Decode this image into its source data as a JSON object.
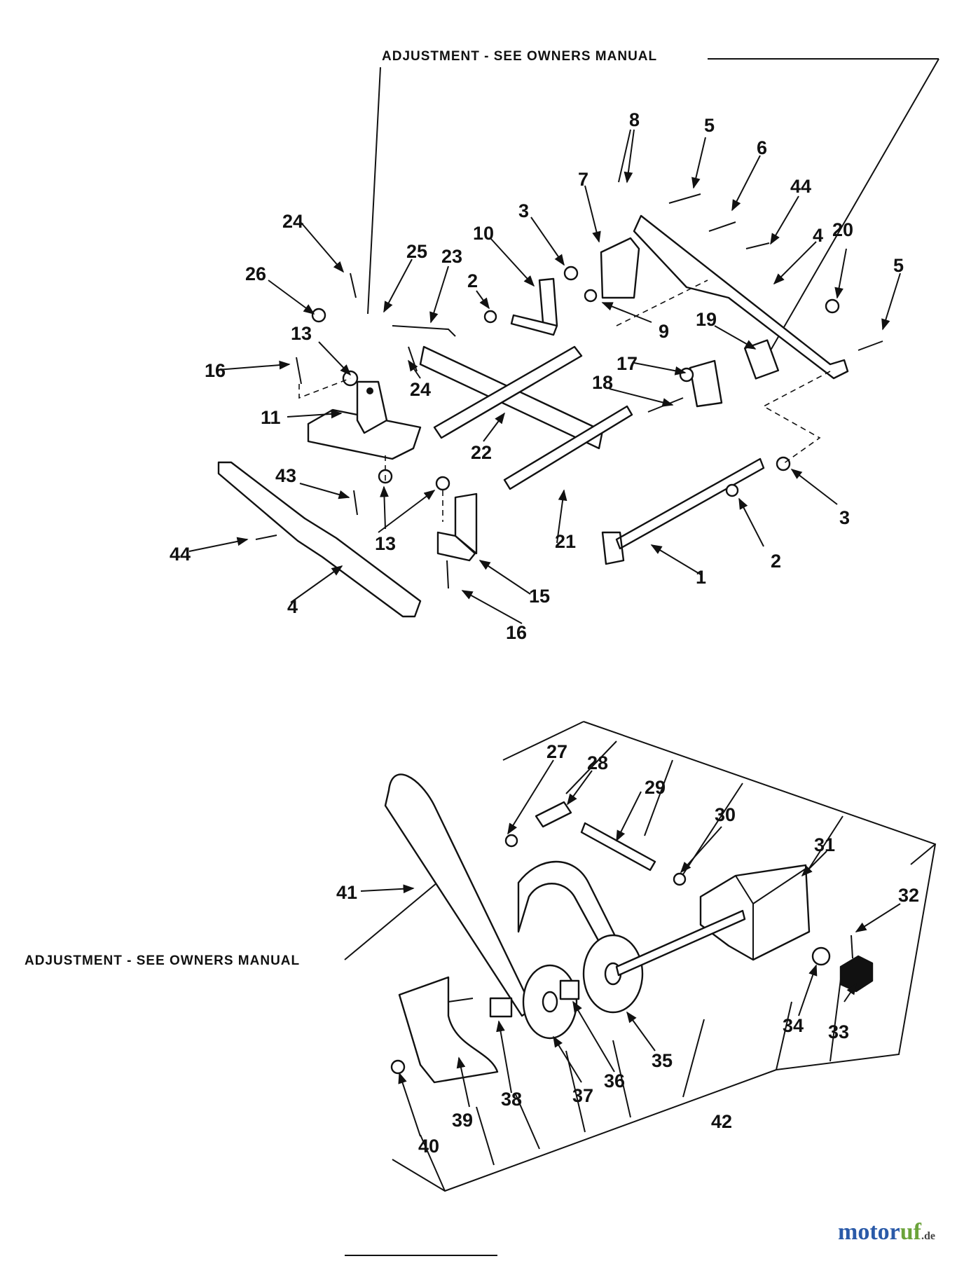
{
  "captions": {
    "top": "ADJUSTMENT - SEE OWNERS MANUAL",
    "bottom": "ADJUSTMENT - SEE OWNERS MANUAL"
  },
  "callouts": {
    "c1": "1",
    "c2a": "2",
    "c2b": "2",
    "c3a": "3",
    "c3b": "3",
    "c4a": "4",
    "c4b": "4",
    "c5a": "5",
    "c5b": "5",
    "c6": "6",
    "c7": "7",
    "c8": "8",
    "c9": "9",
    "c10": "10",
    "c11": "11",
    "c13a": "13",
    "c13b": "13",
    "c15": "15",
    "c16a": "16",
    "c16b": "16",
    "c17": "17",
    "c18": "18",
    "c19": "19",
    "c20": "20",
    "c21": "21",
    "c22": "22",
    "c23": "23",
    "c24a": "24",
    "c24b": "24",
    "c25": "25",
    "c26": "26",
    "c27": "27",
    "c28": "28",
    "c29": "29",
    "c30": "30",
    "c31": "31",
    "c32": "32",
    "c33": "33",
    "c34": "34",
    "c35": "35",
    "c36": "36",
    "c37": "37",
    "c38": "38",
    "c39": "39",
    "c40": "40",
    "c41": "41",
    "c42": "42",
    "c43": "43",
    "c44a": "44",
    "c44b": "44"
  },
  "watermark": {
    "part1": "motor",
    "part2": "uf",
    "tld": ".de"
  },
  "colors": {
    "ink": "#111111",
    "logo_blue": "#2a5aa8",
    "logo_green": "#6ba33a"
  }
}
